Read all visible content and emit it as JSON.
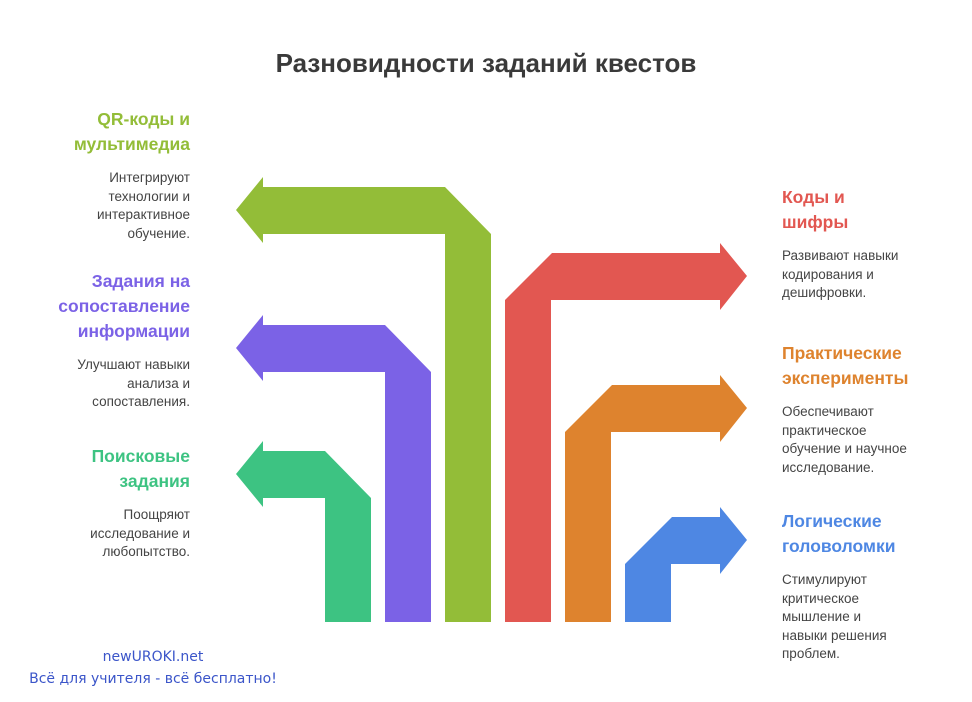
{
  "title": "Разновидности заданий квестов",
  "left_items": [
    {
      "heading": "QR-коды и мультимедиа",
      "heading_lines": [
        "QR-коды и",
        "мультимедиа"
      ],
      "desc_lines": [
        "Интегрируют",
        "технологии и",
        "интерактивное",
        "обучение."
      ],
      "color": "#93bd38"
    },
    {
      "heading": "Задания на сопоставление информации",
      "heading_lines": [
        "Задания на",
        "сопоставление",
        "информации"
      ],
      "desc_lines": [
        "Улучшают навыки",
        "анализа и",
        "сопоставления."
      ],
      "color": "#7b62e6"
    },
    {
      "heading": "Поисковые задания",
      "heading_lines": [
        "Поисковые",
        "задания"
      ],
      "desc_lines": [
        "Поощряют",
        "исследование и",
        "любопытство."
      ],
      "color": "#3dc382"
    }
  ],
  "right_items": [
    {
      "heading": "Коды и шифры",
      "heading_lines": [
        "Коды и",
        "шифры"
      ],
      "desc_lines": [
        "Развивают навыки",
        "кодирования и",
        "дешифровки."
      ],
      "color": "#e25751"
    },
    {
      "heading": "Практические эксперименты",
      "heading_lines": [
        "Практические",
        "эксперименты"
      ],
      "desc_lines": [
        "Обеспечивают",
        "практическое",
        "обучение и научное",
        "исследование."
      ],
      "color": "#de832e"
    },
    {
      "heading": "Логические головоломки",
      "heading_lines": [
        "Логические",
        "головоломки"
      ],
      "desc_lines": [
        "Стимулируют",
        "критическое",
        "мышление и",
        "навыки решения",
        "проблем."
      ],
      "color": "#4e87e3"
    }
  ],
  "watermark": {
    "site": "newUROKI.net",
    "slogan": "Всё для учителя - всё бесплатно!"
  }
}
